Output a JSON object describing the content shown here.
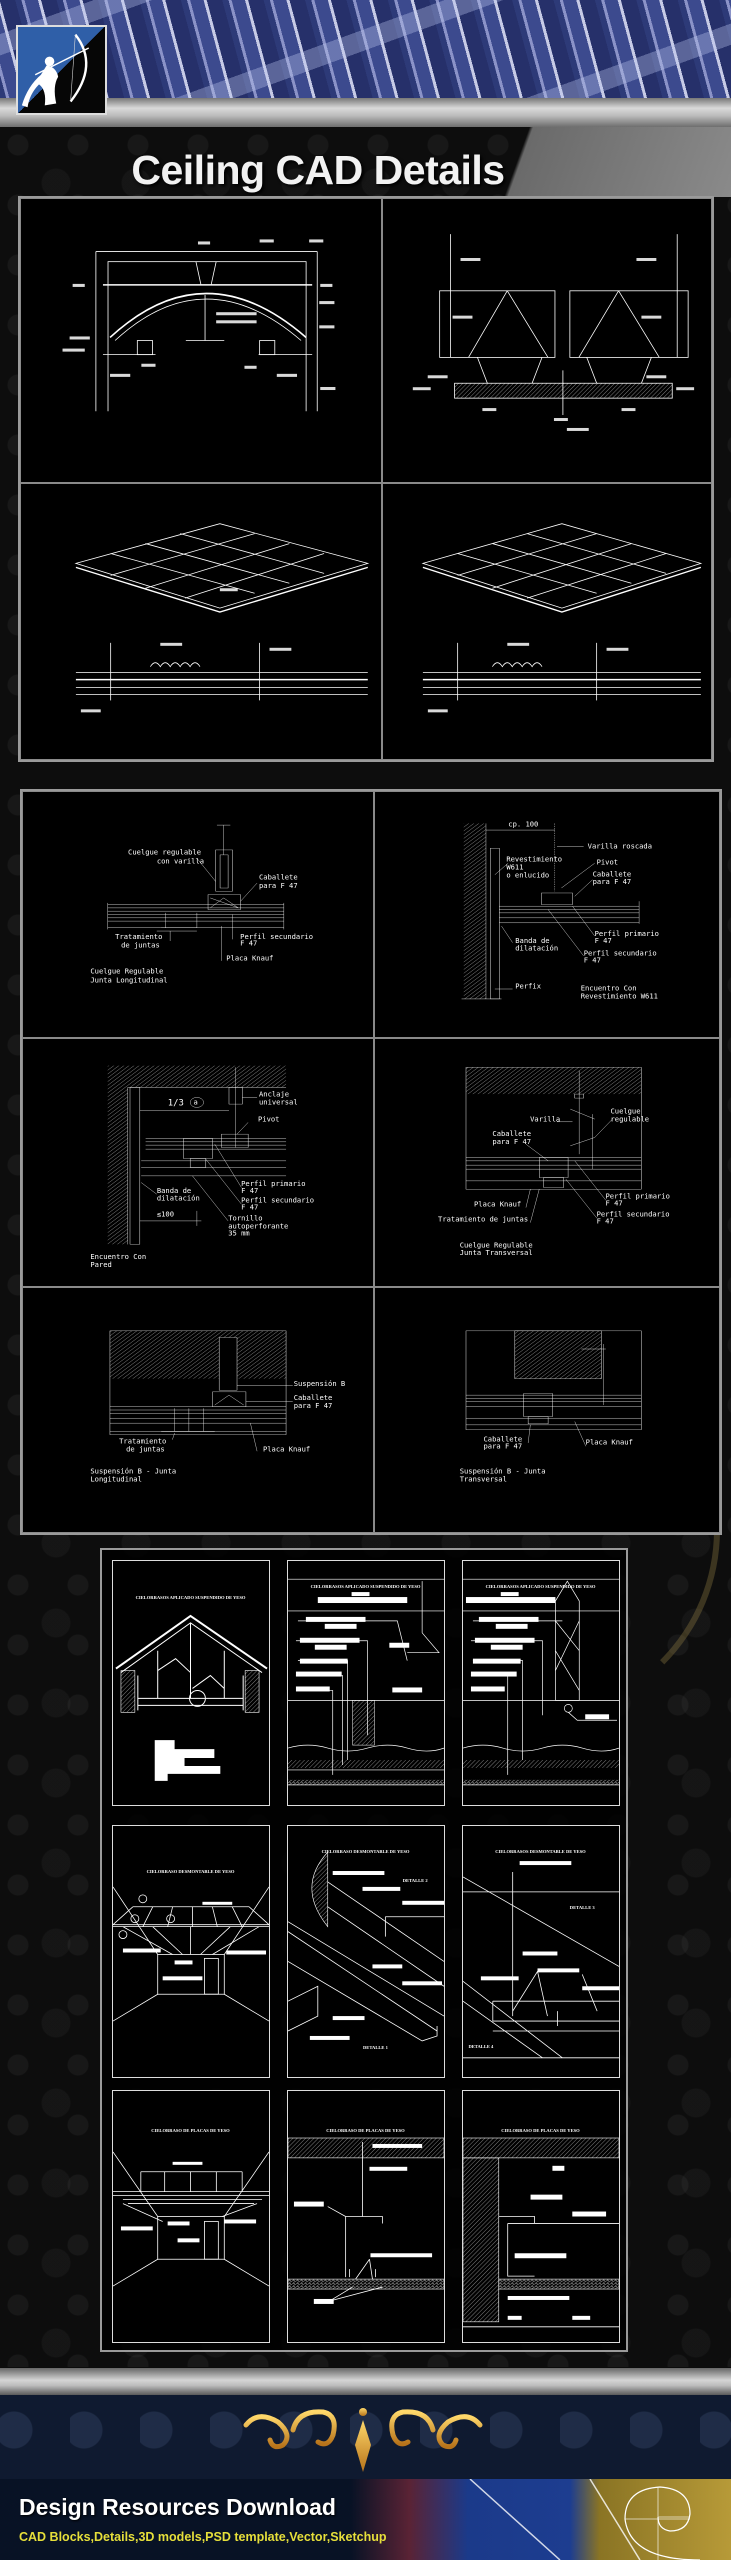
{
  "header": {
    "title": "Ceiling CAD Details",
    "logo_icon": "archer-logo-icon"
  },
  "colors": {
    "accent_blue": "#2f5fa8",
    "subtitle_yellow": "#e6df3a",
    "ornament_gold": "#d9a22a",
    "drawing_line": "#ffffff"
  },
  "panel2": {
    "cell_a": {
      "l1": "Cuelgue regulable",
      "l2": "con varilla",
      "l3": "Caballete",
      "l4": "para F 47",
      "l5": "Tratamiento",
      "l6": "de juntas",
      "l7": "Perfil secundario",
      "l8": "F 47",
      "l9": "Placa Knauf",
      "cap1": "Cuelgue Regulable",
      "cap2": "Junta Longitudinal"
    },
    "cell_b": {
      "dim": "cp. 100",
      "l1": "Varilla roscada",
      "l2": "Revestimiento",
      "l3": "W611",
      "l4": "o enlucido",
      "l5": "Pivot",
      "l6": "Caballete",
      "l7": "para F 47",
      "l8": "Perfil primario",
      "l9": "F 47",
      "l10": "Banda de",
      "l11": "dilatación",
      "l12": "Perfil secundario",
      "l13": "F 47",
      "l14": "Perfix",
      "cap1": "Encuentro Con",
      "cap2": "Revestimiento W611"
    },
    "cell_c": {
      "l1": "Anclaje",
      "l2": "universal",
      "dim": "1/3",
      "circ": "a",
      "l3": "Pivot",
      "l4": "Perfil primario",
      "l5": "F 47",
      "l6": "Banda de",
      "l7": "dilatación",
      "l8": "Perfil secundario",
      "l9": "F 47",
      "dim2": "≤100",
      "l10": "Tornillo",
      "l11": "autoperforante",
      "l12": "35 mm",
      "cap1": "Encuentro Con",
      "cap2": "Pared"
    },
    "cell_d": {
      "l1": "Varilla",
      "l2": "Cuelgue",
      "l3": "regulable",
      "l4": "Caballete",
      "l5": "para F 47",
      "l6": "Perfil primario",
      "l7": "F 47",
      "l8": "Placa Knauf",
      "l9": "Perfil secundario",
      "l10": "F 47",
      "l11": "Tratamiento de juntas",
      "cap1": "Cuelgue Regulable",
      "cap2": "Junta Transversal"
    },
    "cell_e": {
      "l1": "Suspensión B",
      "l2": "Caballete",
      "l3": "para F 47",
      "l4": "Tratamiento",
      "l5": "de juntas",
      "l6": "Placa Knauf",
      "cap1": "Suspensión B - Junta",
      "cap2": "Longitudinal"
    },
    "cell_f": {
      "l1": "Caballete",
      "l2": "para F 47",
      "l3": "Placa Knauf",
      "cap1": "Suspensión B - Junta",
      "cap2": "Transversal"
    }
  },
  "panel3": {
    "sheets": [
      {
        "title": "CIELORRASOS APLICADO SUSPENDIDO DE YESO"
      },
      {
        "title": "CIELORRASOS APLICADO SUSPENDIDO DE YESO"
      },
      {
        "title": "CIELORRASOS APLICADO SUSPENDIDO DE YESO"
      },
      {
        "title": "CIELORRASO DESMONTABLE DE YESO"
      },
      {
        "title": "CIELORRASO DESMONTABLE DE YESO",
        "detail_a": "DETALLE 2",
        "detail_b": "DETALLE 1"
      },
      {
        "title": "CIELORRASOS DESMONTABLE DE YESO",
        "detail_a": "DETALLE 3",
        "detail_b": "DETALLE 4"
      },
      {
        "title": "CIELORRASO DE PLACAS DE YESO"
      },
      {
        "title": "CIELORRASO DE PLACAS DE YESO"
      },
      {
        "title": "CIELORRASO DE PLACAS DE YESO"
      }
    ]
  },
  "footer": {
    "title": "Design Resources Download",
    "subtitle": "CAD Blocks,Details,3D models,PSD template,Vector,Sketchup",
    "ornament_icon": "gold-flourish-icon"
  }
}
